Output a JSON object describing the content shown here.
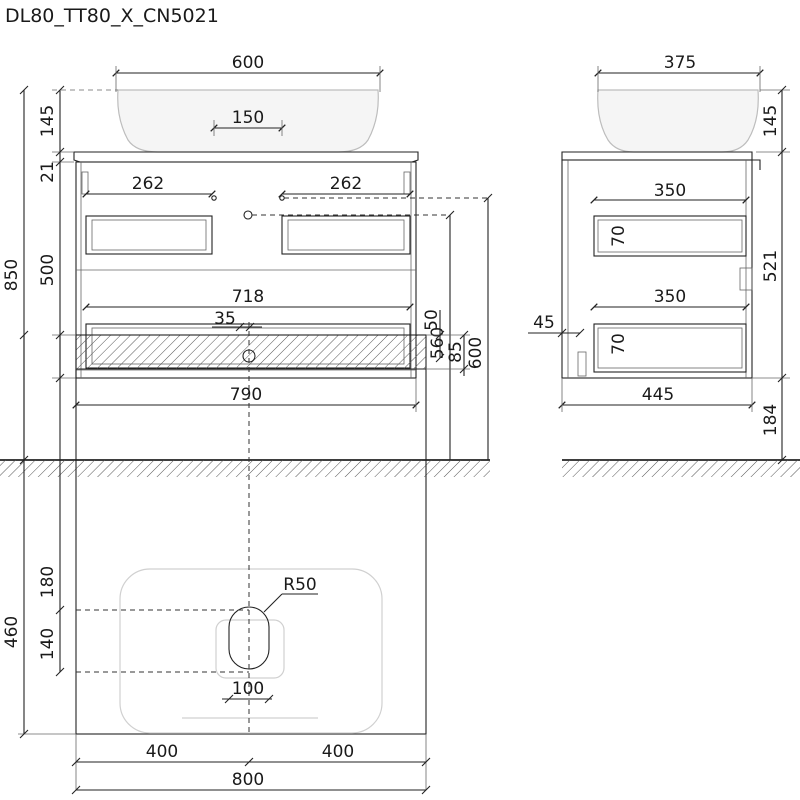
{
  "title": "DL80_TT80_X_CN5021",
  "front_view": {
    "bowl_width": "600",
    "bowl_height": "145",
    "drain_offset": "150",
    "top_thickness": "21",
    "drawer_height": "500",
    "total_height": "850",
    "upper_drawer_left": "262",
    "upper_drawer_right": "262",
    "lower_drawer_width": "718",
    "cabinet_width": "790",
    "mount_height_560": "560",
    "mount_height_600": "600"
  },
  "side_view": {
    "bowl_depth": "375",
    "bowl_height": "145",
    "drawer_depth_upper": "350",
    "drawer_depth_lower": "350",
    "drawer_front_upper": "70",
    "drawer_front_lower": "70",
    "rear_offset": "45",
    "cabinet_depth": "445",
    "body_height": "521",
    "floor_clearance": "184"
  },
  "top_view": {
    "hole_offset": "35",
    "rear_band_50": "50",
    "rear_band_85": "85",
    "drain_from_back": "180",
    "drain_spacing": "140",
    "total_depth": "460",
    "radius": "R50",
    "drain_width": "100",
    "left_half": "400",
    "right_half": "400",
    "total_width": "800"
  }
}
